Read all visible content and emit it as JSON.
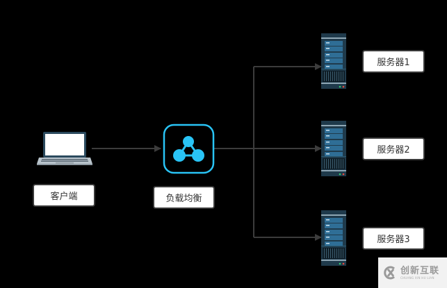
{
  "diagram": {
    "title": "负载均衡架构",
    "nodes": {
      "client": {
        "label": "客户端",
        "icon": "laptop-icon"
      },
      "load_balancer": {
        "label": "负载均衡",
        "icon": "load-balancer-icon",
        "accent": "#29c4f6"
      },
      "servers": [
        {
          "label": "服务器1",
          "icon": "server-icon"
        },
        {
          "label": "服务器2",
          "icon": "server-icon"
        },
        {
          "label": "服务器3",
          "icon": "server-icon"
        }
      ]
    },
    "edges": [
      {
        "from": "客户端",
        "to": "负载均衡"
      },
      {
        "from": "负载均衡",
        "to": "服务器1"
      },
      {
        "from": "负载均衡",
        "to": "服务器2"
      },
      {
        "from": "负载均衡",
        "to": "服务器3"
      }
    ],
    "colors": {
      "background": "#000000",
      "arrow": "#3c3c3c",
      "accent": "#29c4f6",
      "server_body": "#1f3a4b"
    }
  },
  "watermark": {
    "cn": "创新互联",
    "en": "CHUANG XIN HU LIAN"
  }
}
